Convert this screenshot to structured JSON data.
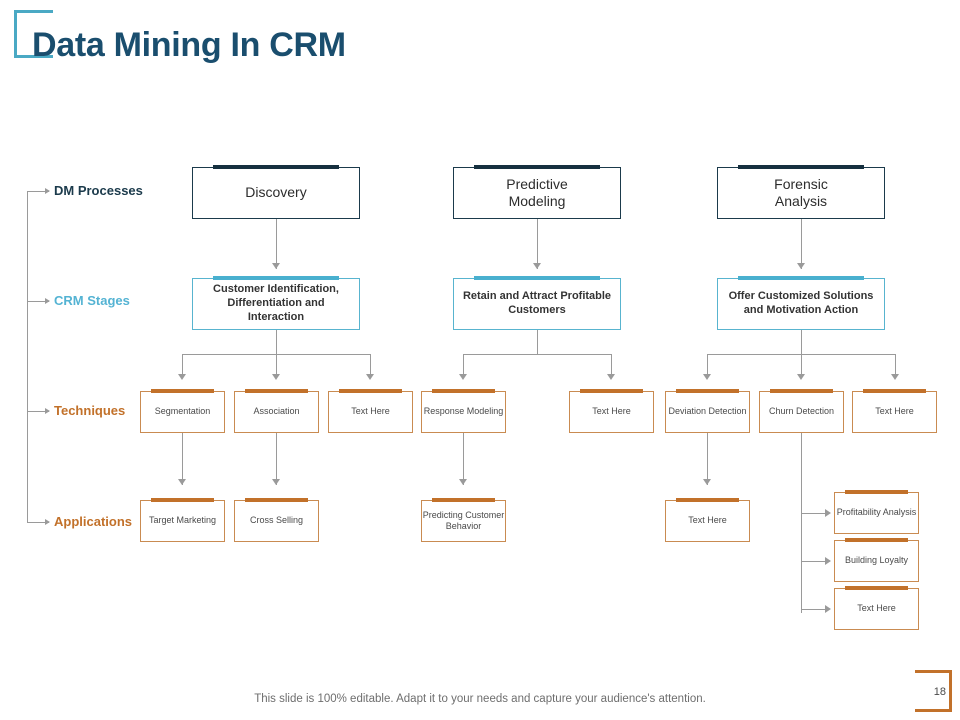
{
  "slide": {
    "title": "Data Mining In CRM",
    "page_number": "18",
    "footer_note": "This slide is 100% editable. Adapt it to your needs and capture your audience's attention.",
    "colors": {
      "title": "#1a4e6e",
      "bracket_accent": "#4aa9c4",
      "process": "#16303f",
      "stage": "#49b0cf",
      "technique": "#c2712a",
      "application": "#c2712a",
      "connector": "#9a9a9a",
      "corner_bracket": "#c2712a"
    }
  },
  "rows": [
    {
      "label": "DM Processes",
      "color": "#1b3a4b"
    },
    {
      "label": "CRM Stages",
      "color": "#54b3d3"
    },
    {
      "label": "Techniques",
      "color": "#c2712a"
    },
    {
      "label": "Applications",
      "color": "#c2712a"
    }
  ],
  "processes": [
    {
      "label": "Discovery"
    },
    {
      "label": "Predictive\nModeling"
    },
    {
      "label": "Forensic\nAnalysis"
    }
  ],
  "stages": [
    {
      "label": "Customer Identification, Differentiation and Interaction"
    },
    {
      "label": "Retain and Attract Profitable Customers"
    },
    {
      "label": "Offer Customized Solutions and Motivation Action"
    }
  ],
  "techniques": [
    {
      "label": "Segmentation"
    },
    {
      "label": "Association"
    },
    {
      "label": "Text Here"
    },
    {
      "label": "Response Modeling"
    },
    {
      "label": "Text Here"
    },
    {
      "label": "Deviation Detection"
    },
    {
      "label": "Churn Detection"
    },
    {
      "label": "Text Here"
    }
  ],
  "applications": [
    {
      "label": "Target Marketing"
    },
    {
      "label": "Cross Selling"
    },
    {
      "label": "Predicting Customer Behavior"
    },
    {
      "label": "Text Here"
    },
    {
      "label": "Profitability Analysis"
    },
    {
      "label": "Building Loyalty"
    },
    {
      "label": "Text Here"
    }
  ]
}
